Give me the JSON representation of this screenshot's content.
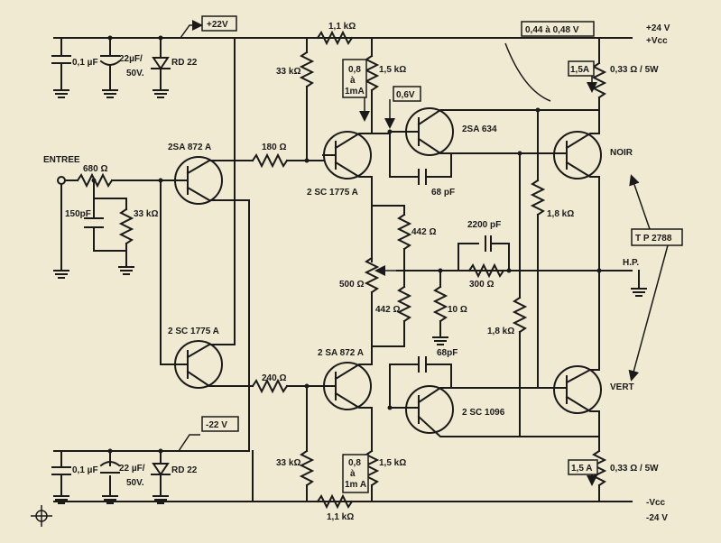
{
  "schematic": {
    "bg_color": "#f1ead2",
    "ink_color": "#1a1a1a",
    "rails": {
      "pos_supply": "+22V",
      "neg_supply": "-22 V",
      "pos_out_1": "+24 V",
      "pos_out_2": "+Vcc",
      "neg_out_1": "-Vcc",
      "neg_out_2": "-24 V",
      "vbias": "0,44 à 0,48 V"
    },
    "input": {
      "label": "ENTREE"
    },
    "output": {
      "label": "H.P."
    },
    "labels": {
      "c1_top": "0,1 µF",
      "c2_top_1": "22µF/",
      "c2_top_2": "50V.",
      "z_top": "RD 22",
      "c1_bot": "0,1 µF",
      "c2_bot_1": "22 µF/",
      "c2_bot_2": "50V.",
      "z_bot": "RD 22",
      "r_in": "680 Ω",
      "c_in": "150pF",
      "r_in_bias": "33 kΩ",
      "r_top_fb": "1,1 kΩ",
      "r_top_33k": "33 kΩ",
      "cur_top_1": "0,8",
      "cur_top_2": "à",
      "cur_top_3": "1mA",
      "r_top_15k": "1,5 kΩ",
      "v06": "0,6V",
      "q_2sa634": "2SA 634",
      "c_68pf_top": "68 pF",
      "q_in_top": "2SA 872 A",
      "r_180": "180 Ω",
      "q_drv_top": "2 SC 1775 A",
      "r_442_top": "442 Ω",
      "c_2200": "2200 pF",
      "r_300": "300 Ω",
      "r_500": "500 Ω",
      "r_442_bot": "442 Ω",
      "r_10": "10 Ω",
      "r_18k_top": "1,8 kΩ",
      "r_18k_bot": "1,8 kΩ",
      "q_in_bot": "2 SC 1775 A",
      "r_240": "240 Ω",
      "q_drv_bot": "2 SA 872 A",
      "c_68pf_bot": "68pF",
      "q_2sc1096": "2 SC 1096",
      "r_bot_33k": "33 kΩ",
      "cur_bot_1": "0,8",
      "cur_bot_2": "à",
      "cur_bot_3": "1m A",
      "r_bot_15k": "1,5 kΩ",
      "r_bot_fb": "1,1 kΩ",
      "i_top": "1,5A",
      "r_emit_top": "0,33 Ω / 5W",
      "q_out_top": "NOIR",
      "tp": "T P 2788",
      "q_out_bot": "VERT",
      "i_bot": "1,5 A",
      "r_emit_bot": "0,33 Ω / 5W"
    }
  }
}
